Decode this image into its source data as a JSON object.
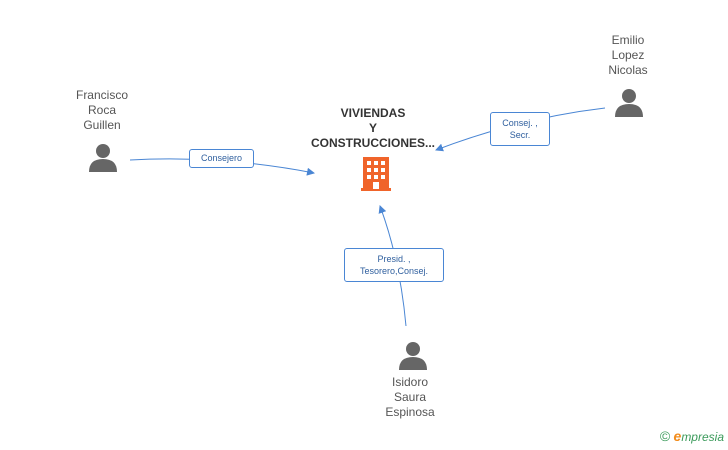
{
  "company": {
    "name_lines": [
      "VIVIENDAS",
      "Y",
      "CONSTRUCCIONES..."
    ],
    "icon": "building-icon",
    "color": "#f0642a"
  },
  "people": [
    {
      "id": "francisco",
      "name_lines": [
        "Francisco",
        "Roca",
        "Guillen"
      ],
      "role_lines": [
        "Consejero"
      ]
    },
    {
      "id": "emilio",
      "name_lines": [
        "Emilio",
        "Lopez",
        "Nicolas"
      ],
      "role_lines": [
        "Consej. ,",
        "Secr."
      ]
    },
    {
      "id": "isidoro",
      "name_lines": [
        "Isidoro",
        "Saura",
        "Espinosa"
      ],
      "role_lines": [
        "Presid. ,",
        "Tesorero,Consej."
      ]
    }
  ],
  "colors": {
    "link": "#4a86d4",
    "person_icon": "#666666"
  },
  "brand": {
    "copyright": "©",
    "e": "e",
    "rest": "mpresia"
  }
}
